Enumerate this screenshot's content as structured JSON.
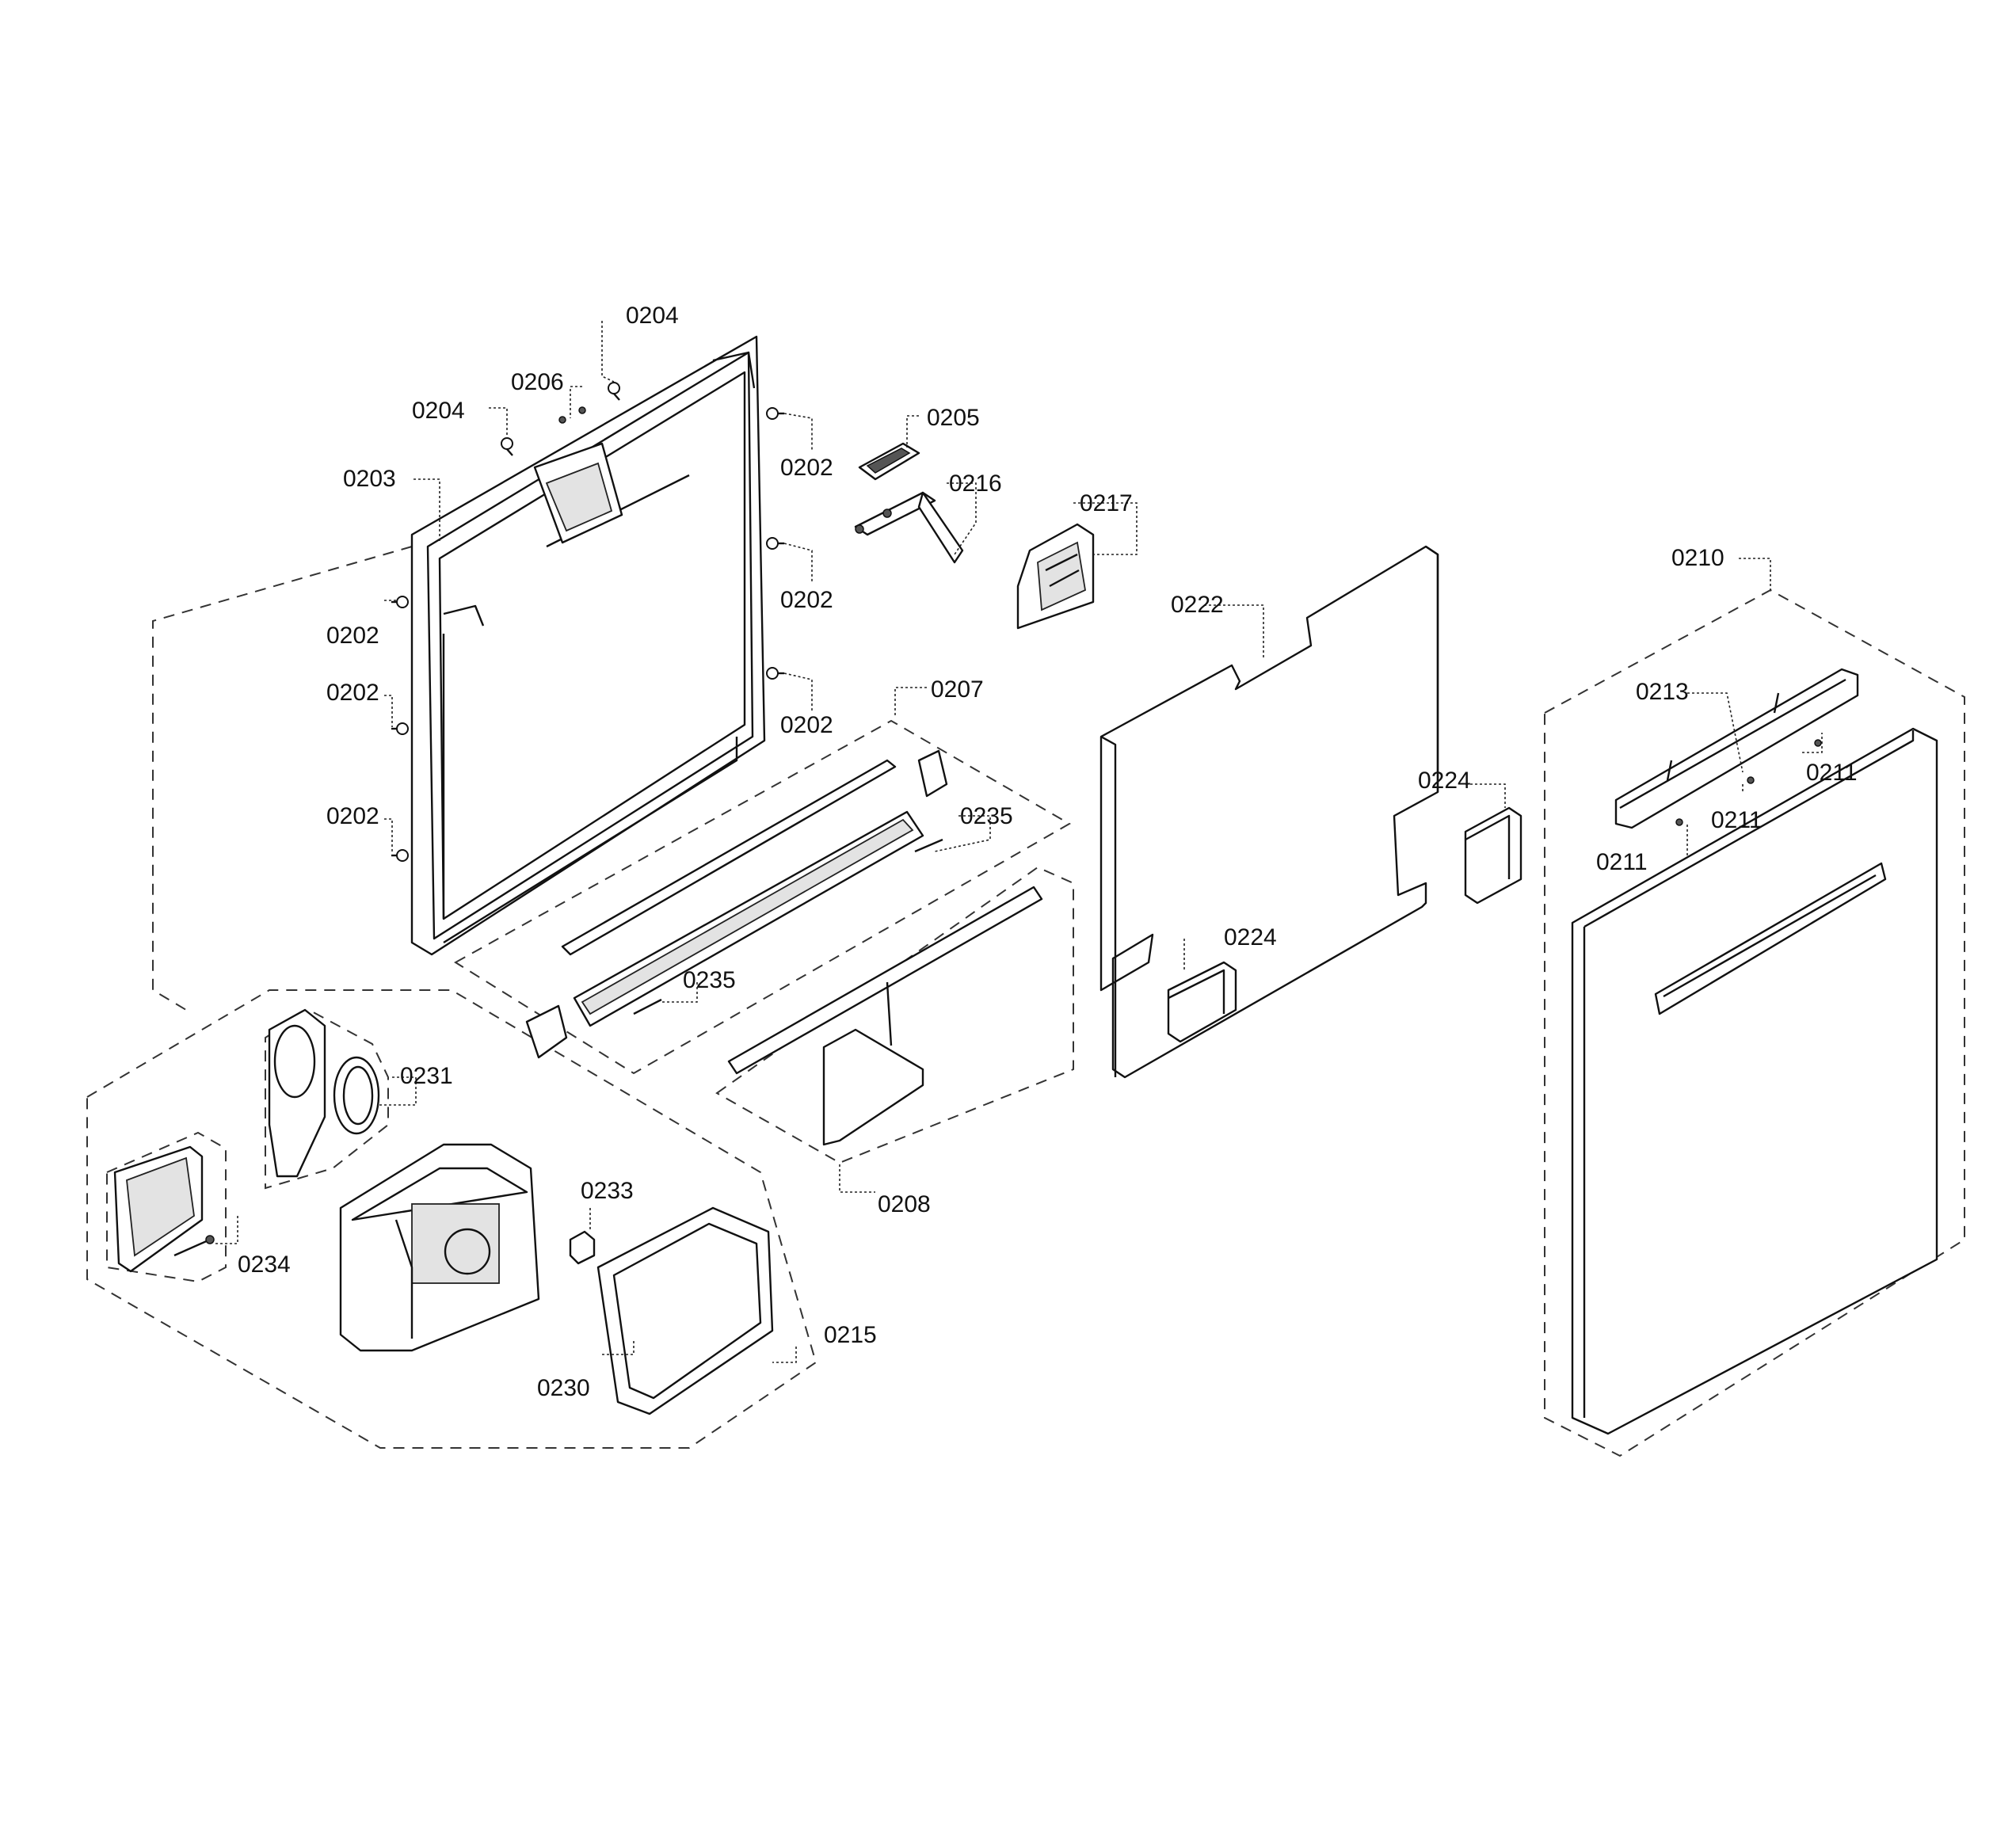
{
  "diagram": {
    "labels": {
      "l0204a": "0204",
      "l0206": "0206",
      "l0204b": "0204",
      "l0203": "0203",
      "l0202a": "0202",
      "l0202b": "0202",
      "l0202c": "0202",
      "l0202d": "0202",
      "l0202e": "0202",
      "l0202f": "0202",
      "l0205": "0205",
      "l0216": "0216",
      "l0217": "0217",
      "l0207": "0207",
      "l0235a": "0235",
      "l0235b": "0235",
      "l0208": "0208",
      "l0231": "0231",
      "l0234": "0234",
      "l0233": "0233",
      "l0230": "0230",
      "l0215": "0215",
      "l0222": "0222",
      "l0224a": "0224",
      "l0224b": "0224",
      "l0210": "0210",
      "l0213": "0213",
      "l0211a": "0211",
      "l0211b": "0211",
      "l0211c": "0211"
    }
  }
}
